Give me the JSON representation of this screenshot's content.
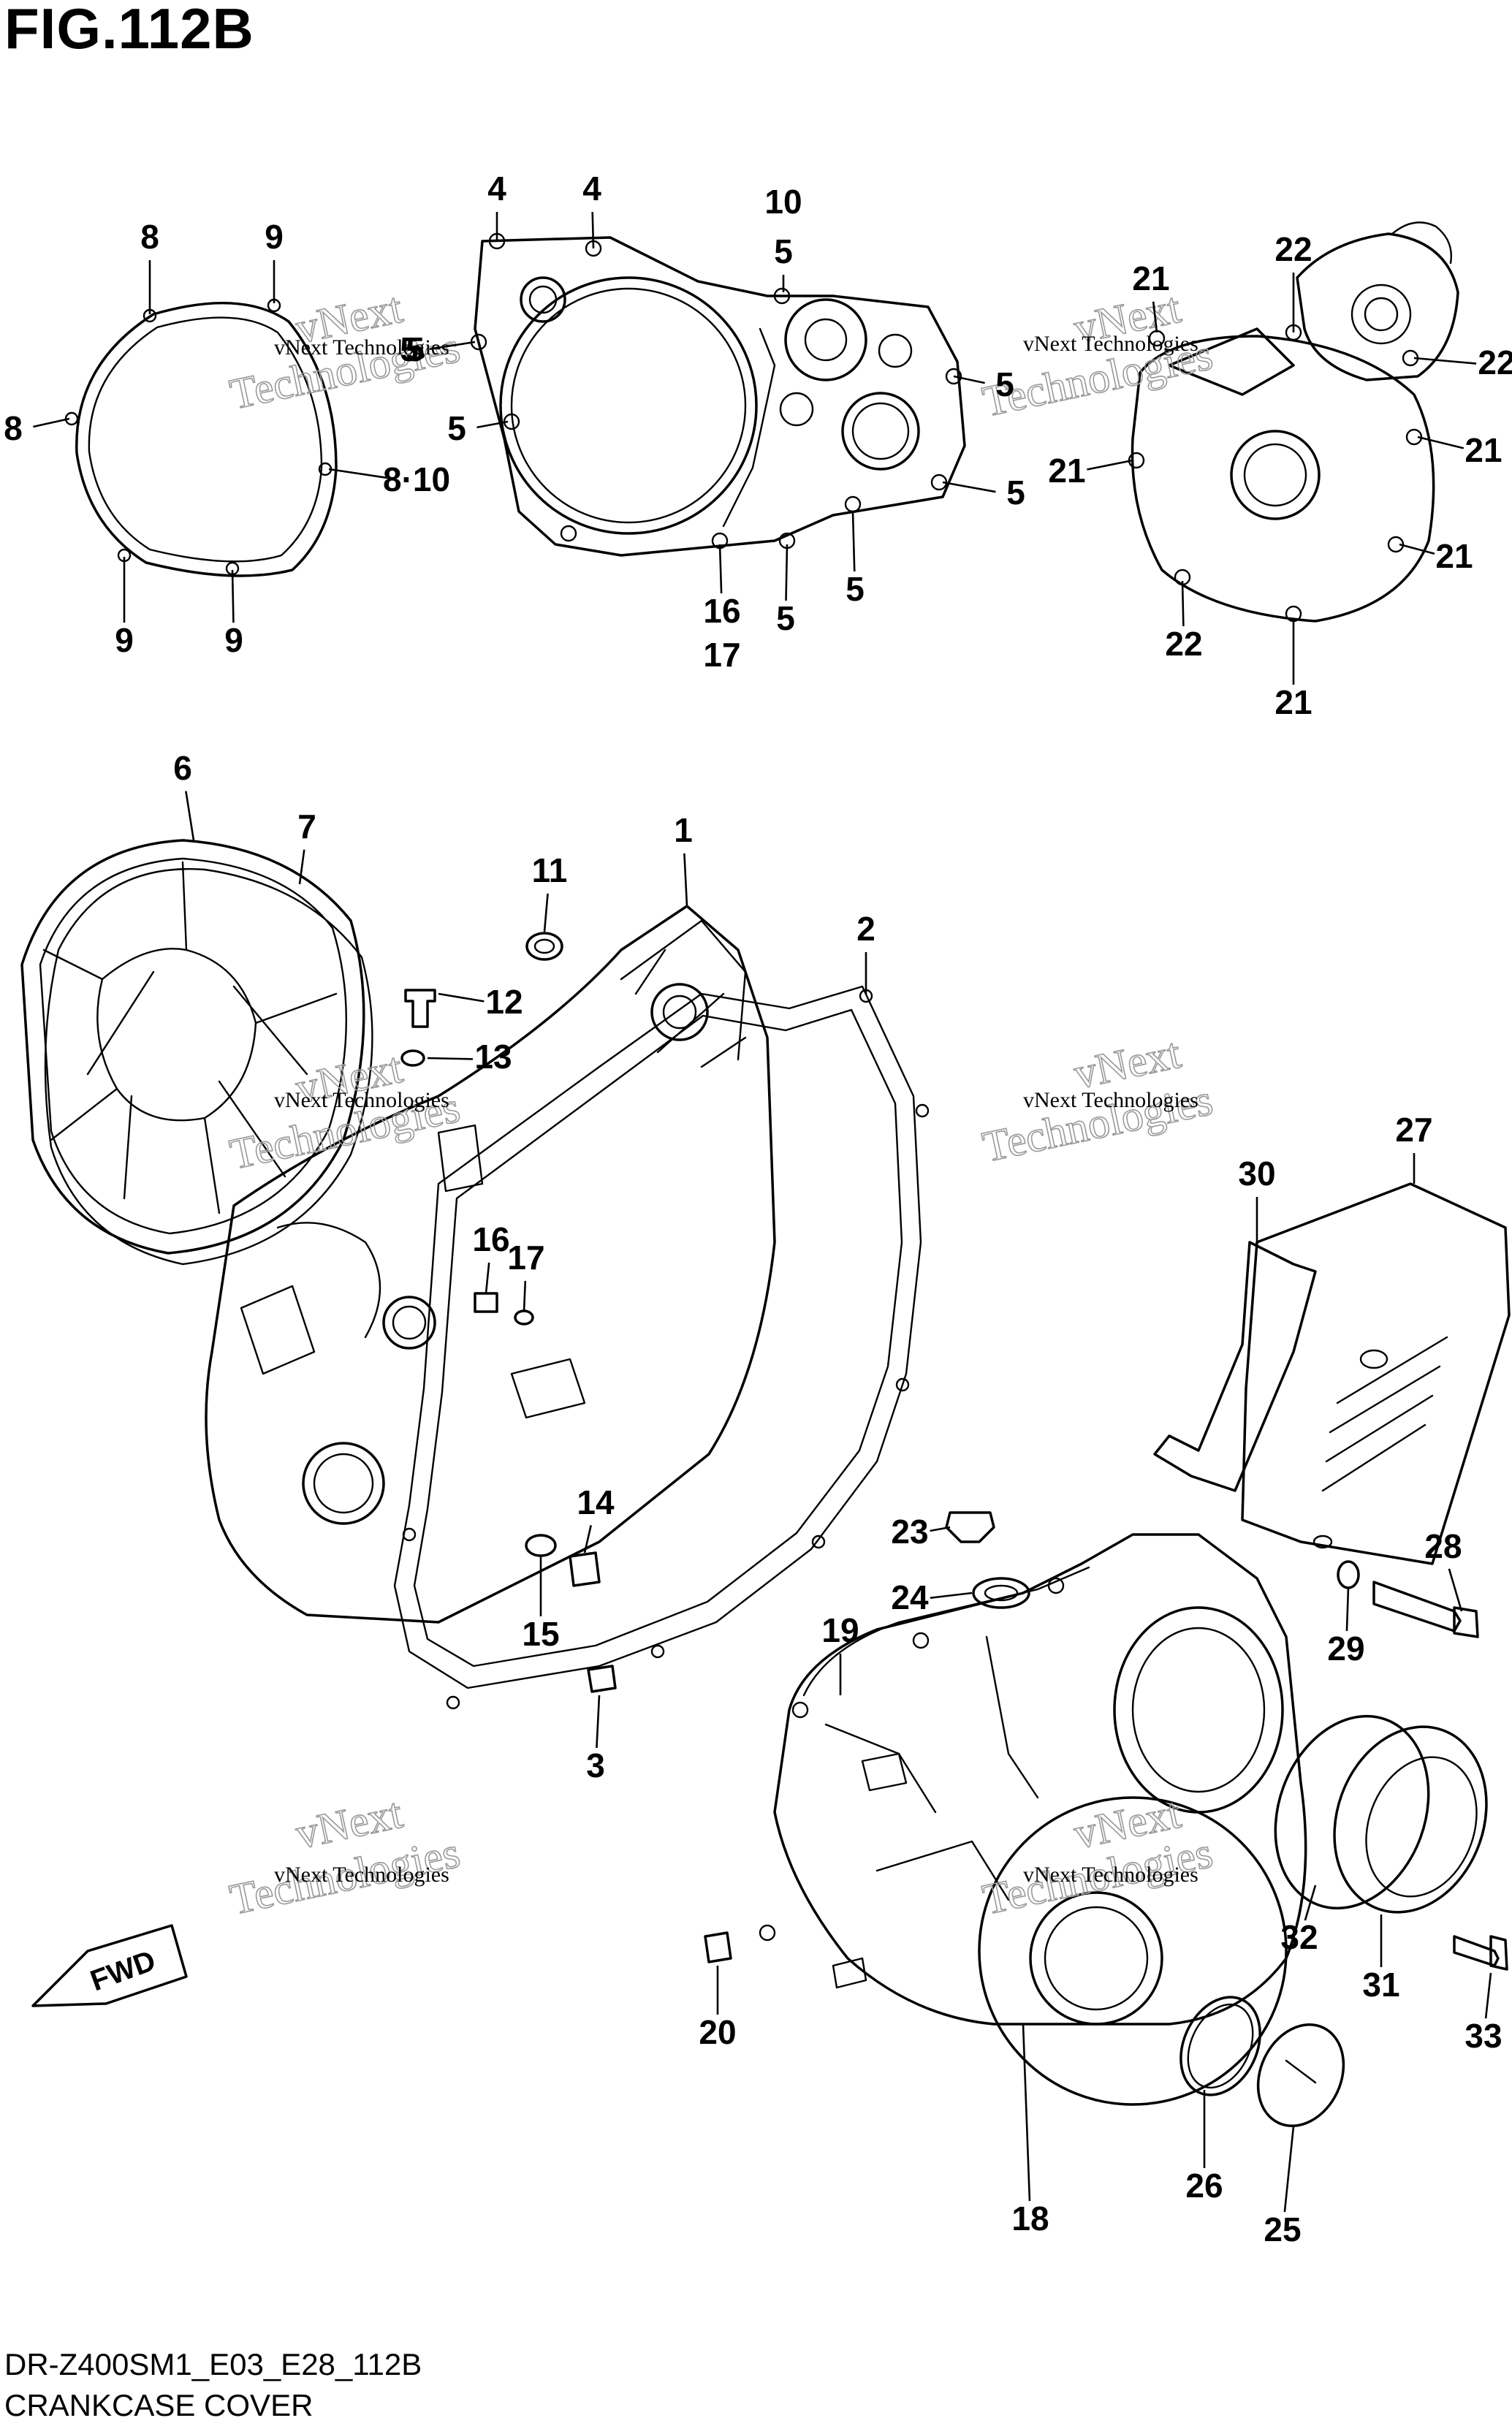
{
  "figure": {
    "title": "FIG.112B",
    "model_code": "DR-Z400SM1_E03_E28_112B",
    "name": "CRANKCASE COVER",
    "fwd_label": "FWD"
  },
  "watermark": {
    "small": "vNext Technologies",
    "big_top": "vNext",
    "big_bottom": "Technologies"
  },
  "callouts": [
    {
      "label": "1"
    },
    {
      "label": "2"
    },
    {
      "label": "3"
    },
    {
      "label": "4"
    },
    {
      "label": "4"
    },
    {
      "label": "5"
    },
    {
      "label": "5"
    },
    {
      "label": "5"
    },
    {
      "label": "5"
    },
    {
      "label": "5"
    },
    {
      "label": "5"
    },
    {
      "label": "5"
    },
    {
      "label": "5"
    },
    {
      "label": "6"
    },
    {
      "label": "7"
    },
    {
      "label": "8"
    },
    {
      "label": "8"
    },
    {
      "label": "8·10"
    },
    {
      "label": "9"
    },
    {
      "label": "9"
    },
    {
      "label": "9"
    },
    {
      "label": "10"
    },
    {
      "label": "11"
    },
    {
      "label": "12"
    },
    {
      "label": "13"
    },
    {
      "label": "14"
    },
    {
      "label": "15"
    },
    {
      "label": "16"
    },
    {
      "label": "16"
    },
    {
      "label": "17"
    },
    {
      "label": "17"
    },
    {
      "label": "18"
    },
    {
      "label": "19"
    },
    {
      "label": "20"
    },
    {
      "label": "21"
    },
    {
      "label": "21"
    },
    {
      "label": "21"
    },
    {
      "label": "21"
    },
    {
      "label": "21"
    },
    {
      "label": "22"
    },
    {
      "label": "22"
    },
    {
      "label": "22"
    },
    {
      "label": "23"
    },
    {
      "label": "24"
    },
    {
      "label": "25"
    },
    {
      "label": "26"
    },
    {
      "label": "27"
    },
    {
      "label": "28"
    },
    {
      "label": "29"
    },
    {
      "label": "30"
    },
    {
      "label": "31"
    },
    {
      "label": "32"
    },
    {
      "label": "33"
    }
  ]
}
